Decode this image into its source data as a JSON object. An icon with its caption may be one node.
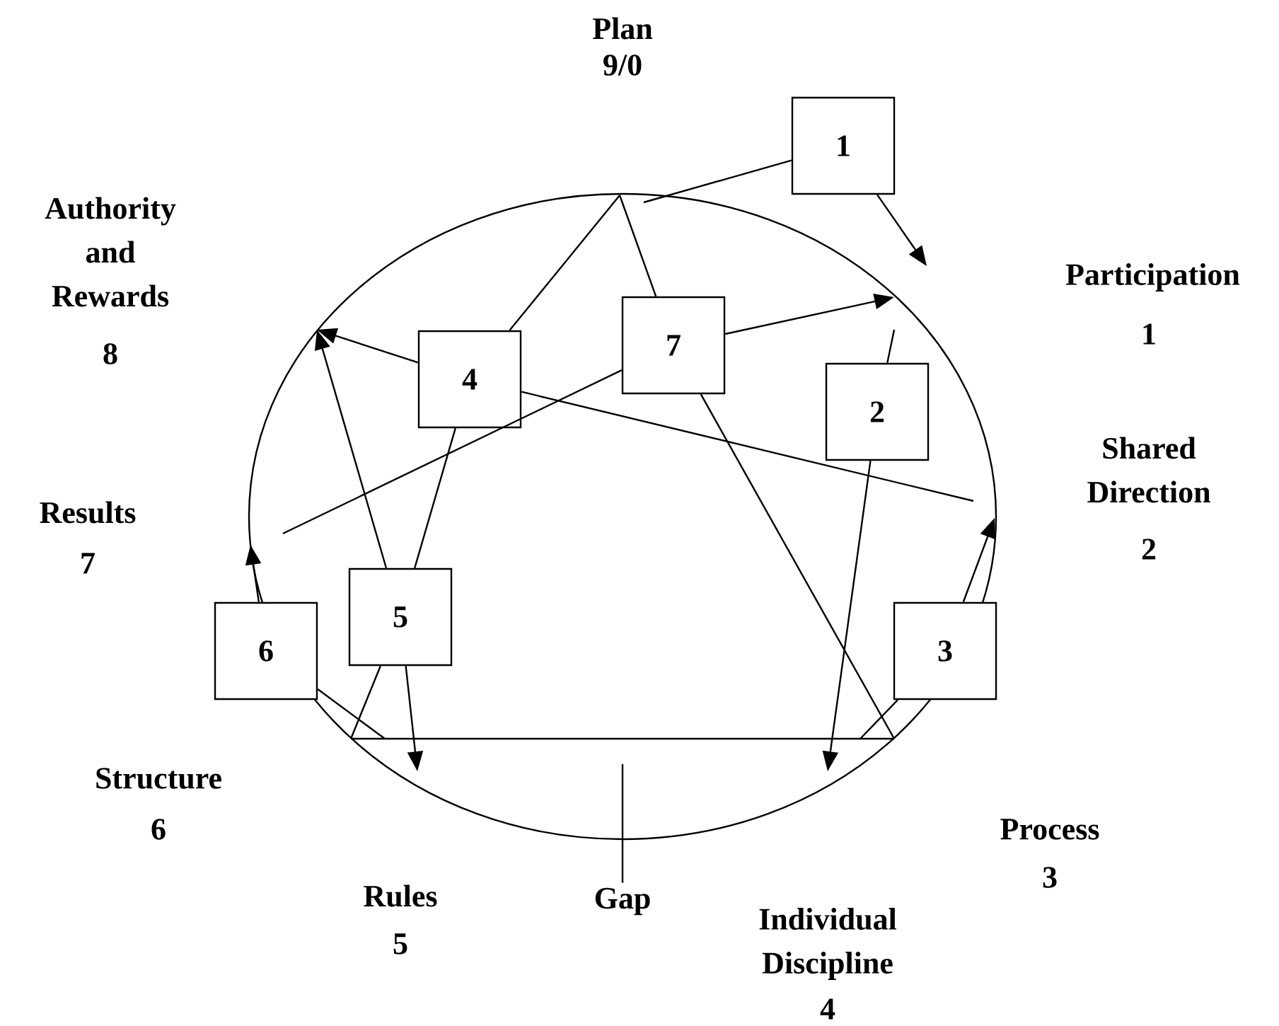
{
  "diagram": {
    "nodes": [
      {
        "text": [
          "1"
        ]
      },
      {
        "text": [
          "2"
        ]
      },
      {
        "text": [
          "3"
        ]
      },
      {
        "text": [
          "4"
        ]
      },
      {
        "text": [
          "5"
        ]
      },
      {
        "text": [
          "6"
        ]
      },
      {
        "text": [
          "7"
        ]
      },
      {
        "text": [
          "Gap"
        ]
      }
    ],
    "edges": [
      {
        "from": null,
        "to": 0,
        "arrow": "none"
      },
      {
        "from": 0,
        "to": null,
        "arrow": "to"
      },
      {
        "from": null,
        "to": 1,
        "arrow": "none"
      },
      {
        "from": 1,
        "to": null,
        "arrow": "to"
      },
      {
        "from": 2,
        "to": null,
        "arrow": "to"
      },
      {
        "from": null,
        "to": 2,
        "arrow": "none"
      },
      {
        "from": 3,
        "to": null,
        "arrow": "to"
      },
      {
        "from": 3,
        "to": null,
        "arrow": "none"
      },
      {
        "from": null,
        "to": 3,
        "arrow": "none"
      },
      {
        "from": 3,
        "to": 4,
        "arrow": "none"
      },
      {
        "from": 4,
        "to": null,
        "arrow": "to"
      },
      {
        "from": 4,
        "to": null,
        "arrow": "to"
      },
      {
        "from": null,
        "to": 4,
        "arrow": "none"
      },
      {
        "from": 5,
        "to": null,
        "arrow": "to"
      },
      {
        "from": 5,
        "to": null,
        "arrow": "none"
      },
      {
        "from": null,
        "to": 6,
        "arrow": "none"
      },
      {
        "from": 6,
        "to": null,
        "arrow": "none"
      },
      {
        "from": 6,
        "to": null,
        "arrow": "to"
      },
      {
        "from": 6,
        "to": null,
        "arrow": "none"
      },
      {
        "from": 7,
        "to": null,
        "arrow": "none"
      }
    ],
    "labels": [
      "Plan",
      "9/0",
      "Authority and Rewards",
      "8",
      "Participation",
      "1",
      "Shared Direction",
      "2",
      "Results",
      "7",
      "Structure",
      "6",
      "Process",
      "3",
      "Rules",
      "5",
      "Individual Discipline",
      "4"
    ]
  }
}
